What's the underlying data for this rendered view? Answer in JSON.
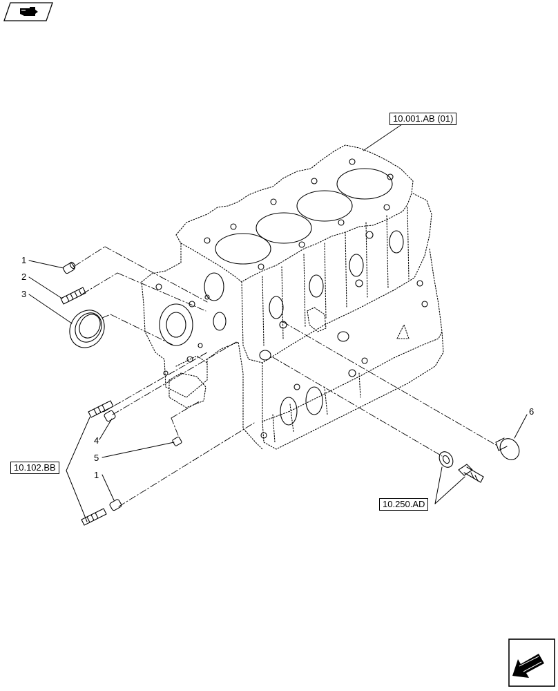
{
  "diagram": {
    "reference_labels": {
      "engine_block": "10.001.AB (01)",
      "studs": "10.102.BB",
      "drain_plug": "10.250.AD"
    },
    "callouts": {
      "c1a": "1",
      "c2": "2",
      "c3": "3",
      "c4": "4",
      "c5": "5",
      "c1b": "1",
      "c6": "6"
    }
  },
  "navigation": {
    "top_icon": "hand-pointing-icon",
    "bottom_icon": "arrow-down-left-icon"
  }
}
